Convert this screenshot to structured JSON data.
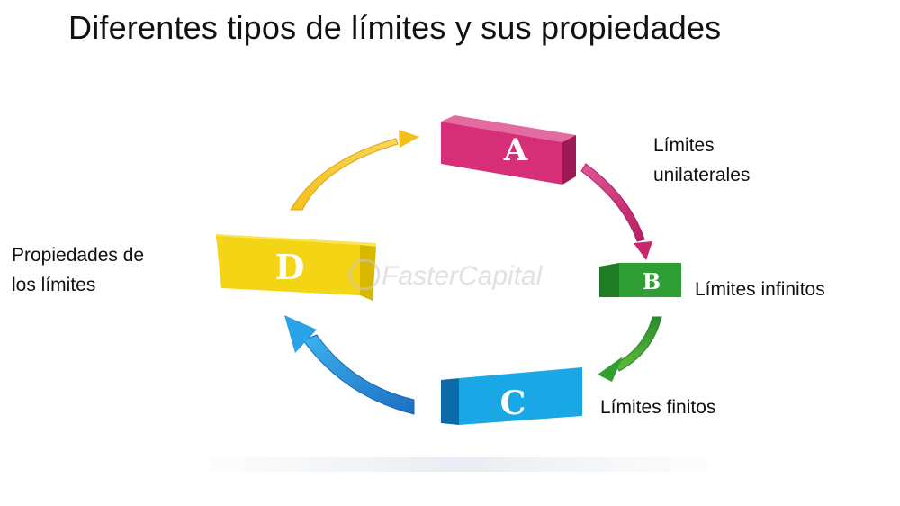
{
  "title": "Diferentes tipos de límites y sus propiedades",
  "blocks": {
    "a": {
      "letter": "A",
      "label_lines": [
        "Límites",
        "unilaterales"
      ],
      "color": "#d62f78"
    },
    "b": {
      "letter": "B",
      "label_lines": [
        "Límites infinitos"
      ],
      "color": "#2f9f35"
    },
    "c": {
      "letter": "C",
      "label_lines": [
        "Límites finitos"
      ],
      "color": "#1aa7e6"
    },
    "d": {
      "letter": "D",
      "label_lines": [
        "Propiedades de",
        "los límites"
      ],
      "color": "#f4d516"
    }
  },
  "watermark": {
    "text": "FasterCapital",
    "color": "#c9c9c9"
  },
  "arrow_colors": {
    "a_to_b": "#c8266f",
    "b_to_c": "#2f9f2e",
    "c_to_d": "#1d80d4",
    "d_to_a": "#f1b21a"
  }
}
